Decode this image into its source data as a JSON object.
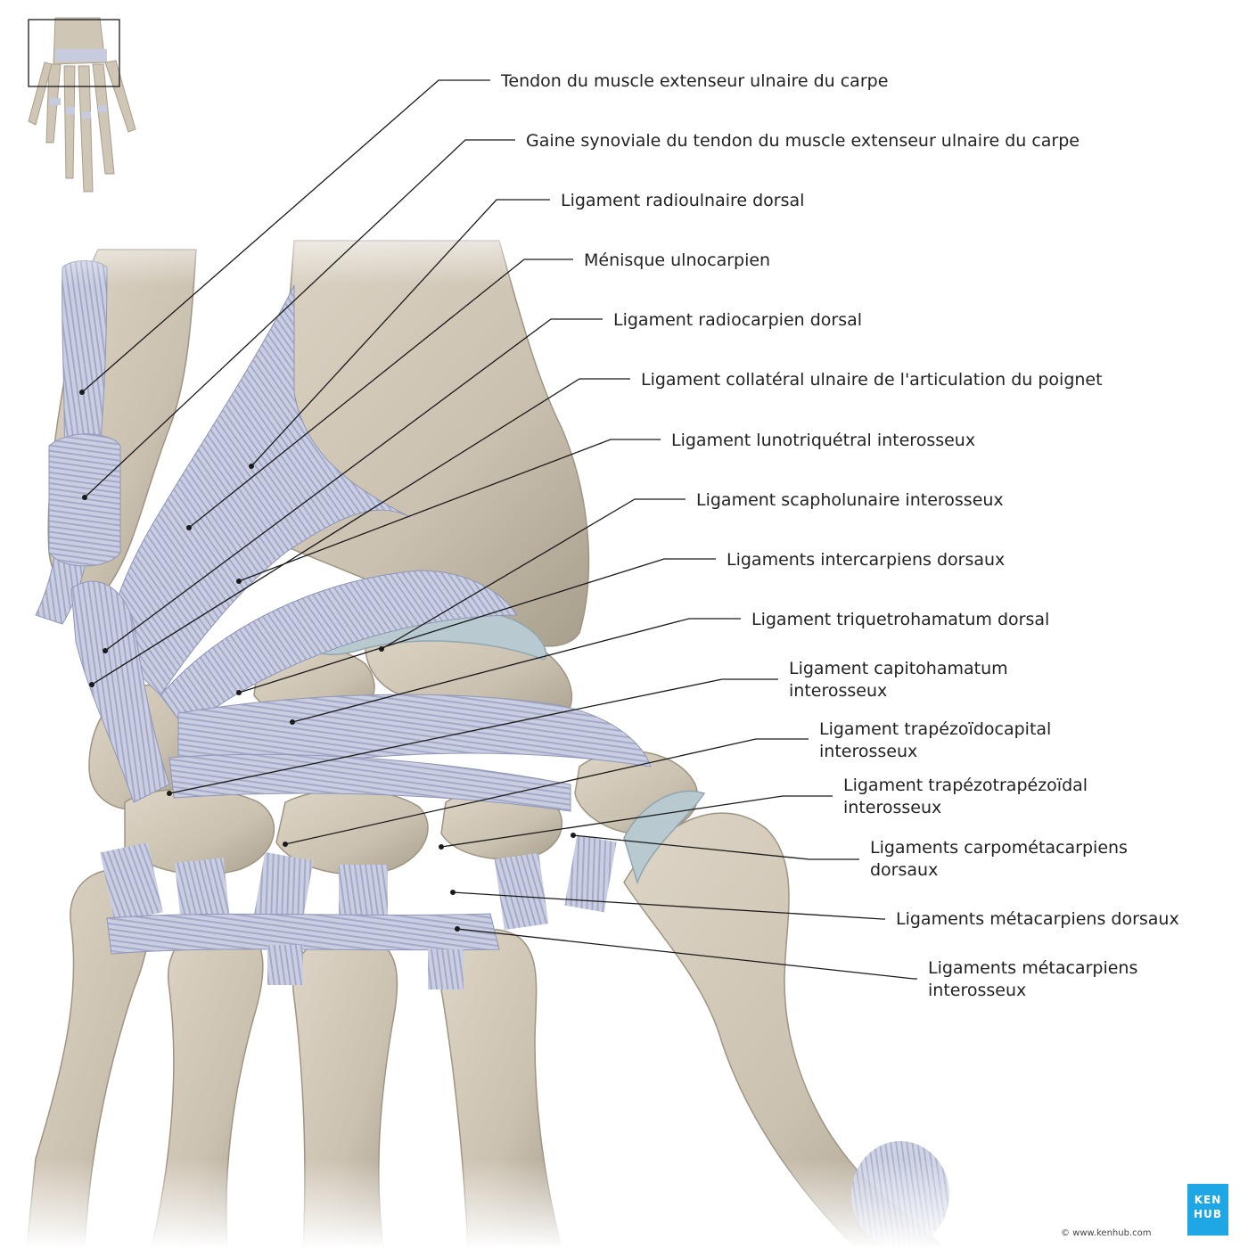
{
  "labels": [
    {
      "id": "l1",
      "lines": [
        "Tendon du muscle extenseur ulnaire du carpe"
      ]
    },
    {
      "id": "l2",
      "lines": [
        "Gaine synoviale du tendon du muscle extenseur ulnaire du carpe"
      ]
    },
    {
      "id": "l3",
      "lines": [
        "Ligament radioulnaire dorsal"
      ]
    },
    {
      "id": "l4",
      "lines": [
        "Ménisque ulnocarpien"
      ]
    },
    {
      "id": "l5",
      "lines": [
        "Ligament radiocarpien dorsal"
      ]
    },
    {
      "id": "l6",
      "lines": [
        "Ligament collatéral ulnaire de l'articulation du poignet"
      ]
    },
    {
      "id": "l7",
      "lines": [
        "Ligament lunotriquétral interosseux"
      ]
    },
    {
      "id": "l8",
      "lines": [
        "Ligament scapholunaire interosseux"
      ]
    },
    {
      "id": "l9",
      "lines": [
        "Ligaments intercarpiens dorsaux"
      ]
    },
    {
      "id": "l10",
      "lines": [
        "Ligament triquetrohamatum dorsal"
      ]
    },
    {
      "id": "l11",
      "lines": [
        "Ligament capitohamatum",
        "interosseux"
      ]
    },
    {
      "id": "l12",
      "lines": [
        "Ligament trapézoïdocapital",
        "interosseux"
      ]
    },
    {
      "id": "l13",
      "lines": [
        "Ligament trapézotrapézoïdal",
        "interosseux"
      ]
    },
    {
      "id": "l14",
      "lines": [
        "Ligaments carpométacarpiens",
        "dorsaux"
      ]
    },
    {
      "id": "l15",
      "lines": [
        "Ligaments métacarpiens dorsaux"
      ]
    },
    {
      "id": "l16",
      "lines": [
        "Ligaments métacarpiens",
        "interosseux"
      ]
    }
  ],
  "brand": {
    "line1": "KEN",
    "line2": "HUB"
  },
  "copyright": "© www.kenhub.com",
  "colors": {
    "bone": "#cfc6b6",
    "bone_shadow": "#a99f8e",
    "ligament": "#c6cbe0",
    "ligament_stripe": "#a3a9c6",
    "cartilage": "#b9c9cf",
    "brand": "#1ea7e4"
  }
}
